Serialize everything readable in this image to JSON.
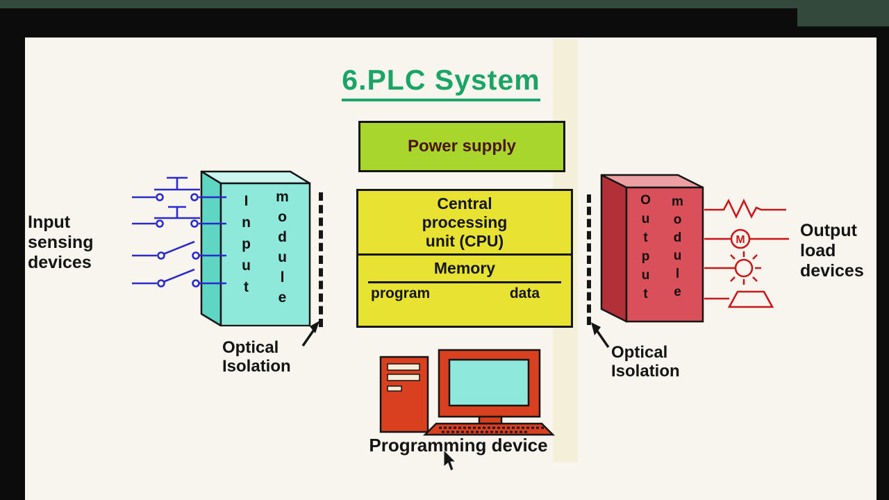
{
  "colors": {
    "title_green": "#1aa465",
    "power_supply_fill": "#a9d62c",
    "power_supply_text": "#4a1505",
    "cpu_memory_fill": "#e8e233",
    "input_module_front": "#8fe9da",
    "input_module_top": "#c9f7ef",
    "input_module_side": "#5fd6c4",
    "output_module_front": "#d9505a",
    "output_module_top": "#eda0a4",
    "output_module_side": "#b23038",
    "input_wiring_blue": "#2a2acc",
    "output_wiring_red": "#cc1518",
    "device_body_red": "#d8401f",
    "device_screen_cyan": "#8fe8dc",
    "frame_green": "#33493c",
    "frame_black": "#0c0c0c",
    "slide_white": "#f7f5ee"
  },
  "slide": {
    "title": "6.PLC System",
    "power_supply_label": "Power supply",
    "cpu_block": {
      "line1": "Central",
      "line2": "processing",
      "line3": "unit (CPU)"
    },
    "memory_block": {
      "title": "Memory",
      "left": "program",
      "right": "data"
    },
    "input_module": {
      "word1": "Input",
      "word2": "module"
    },
    "output_module": {
      "word1": "Output",
      "word2": "module"
    },
    "input_devices_label": {
      "line1": "Input",
      "line2": "sensing",
      "line3": "devices"
    },
    "output_devices_label": {
      "line1": "Output",
      "line2": "load",
      "line3": "devices"
    },
    "optical_isolation_left": {
      "line1": "Optical",
      "line2": "Isolation"
    },
    "optical_isolation_right": {
      "line1": "Optical",
      "line2": "Isolation"
    },
    "programming_device_label": "Programming device",
    "motor_symbol_letter": "M",
    "symbols": {
      "input": [
        "pushbutton-no",
        "pushbutton-nc",
        "limit-switch",
        "toggle-switch"
      ],
      "output": [
        "resistor",
        "motor",
        "lamp",
        "solenoid"
      ]
    }
  }
}
